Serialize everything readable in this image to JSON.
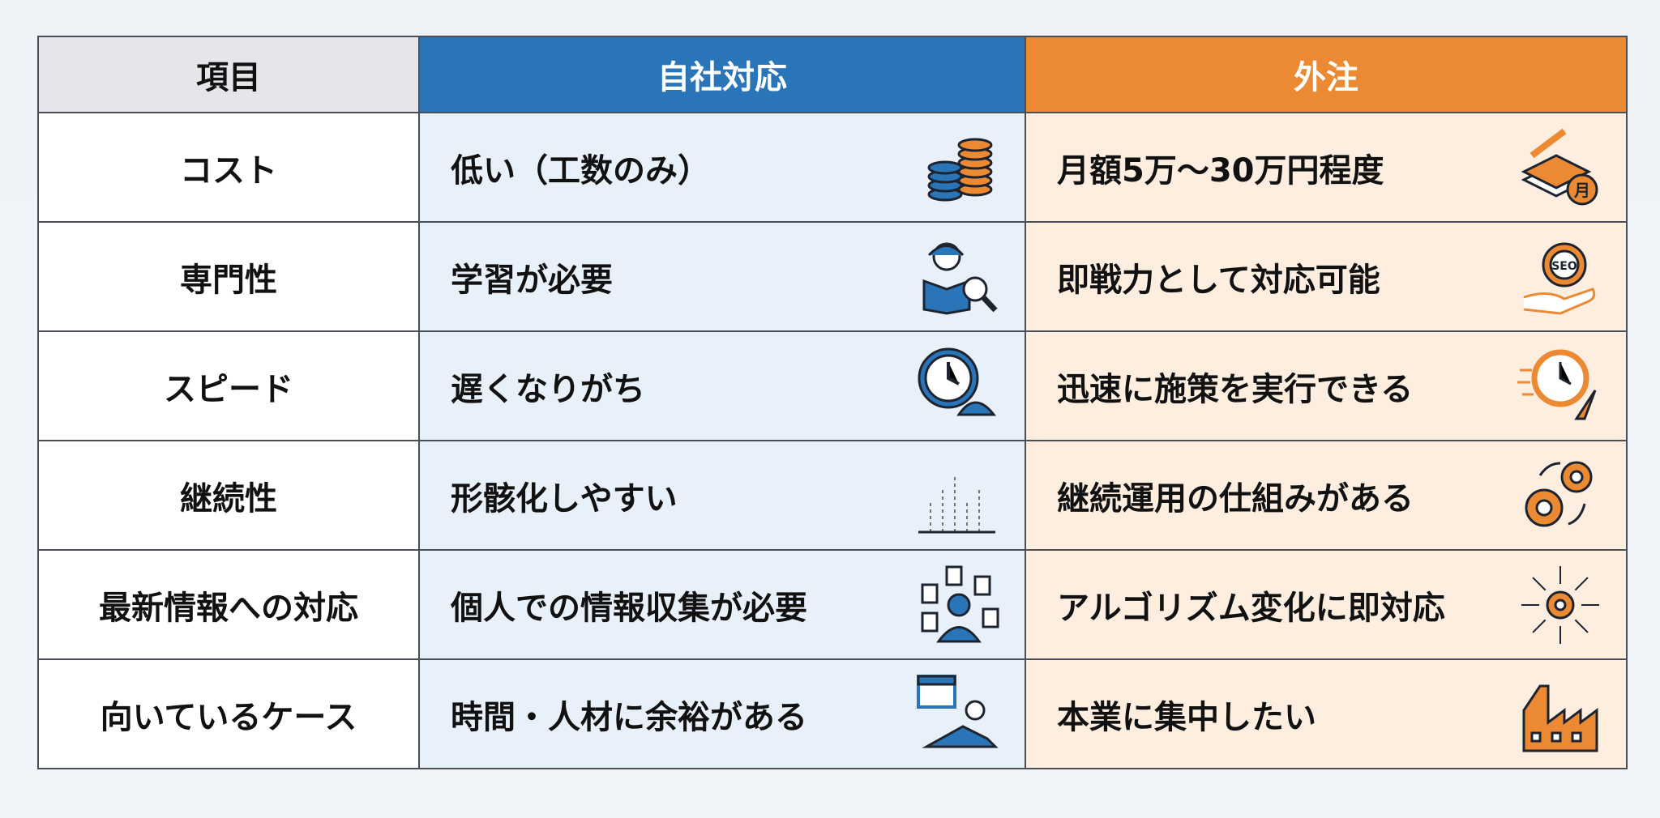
{
  "headers": {
    "item": "項目",
    "inhouse": "自社対応",
    "outsource": "外注"
  },
  "colors": {
    "blue": "#2a75b8",
    "orange": "#ec8a34"
  },
  "rows": [
    {
      "item": "コスト",
      "inhouse": "低い（工数のみ）",
      "inhouse_icon": "coins-icon",
      "outsource": "月額5万〜30万円程度",
      "outsource_icon": "money-stack-icon",
      "outsource_icon_label": "月"
    },
    {
      "item": "専門性",
      "inhouse": "学習が必要",
      "inhouse_icon": "person-reading-icon",
      "outsource": "即戦力として対応可能",
      "outsource_icon": "seo-gear-hand-icon",
      "outsource_icon_label": "SEO"
    },
    {
      "item": "スピード",
      "inhouse": "遅くなりがち",
      "inhouse_icon": "clock-turtle-icon",
      "outsource": "迅速に施策を実行できる",
      "outsource_icon": "clock-rocket-icon"
    },
    {
      "item": "継続性",
      "inhouse": "形骸化しやすい",
      "inhouse_icon": "fading-bars-icon",
      "outsource": "継続運用の仕組みがある",
      "outsource_icon": "gears-cycle-icon"
    },
    {
      "item": "最新情報への対応",
      "inhouse": "個人での情報収集が必要",
      "inhouse_icon": "person-documents-icon",
      "outsource": "アルゴリズム変化に即対応",
      "outsource_icon": "gear-arrows-icon"
    },
    {
      "item": "向いているケース",
      "inhouse": "時間・人材に余裕がある",
      "inhouse_icon": "calendar-relax-icon",
      "outsource": "本業に集中したい",
      "outsource_icon": "factory-icon"
    }
  ]
}
